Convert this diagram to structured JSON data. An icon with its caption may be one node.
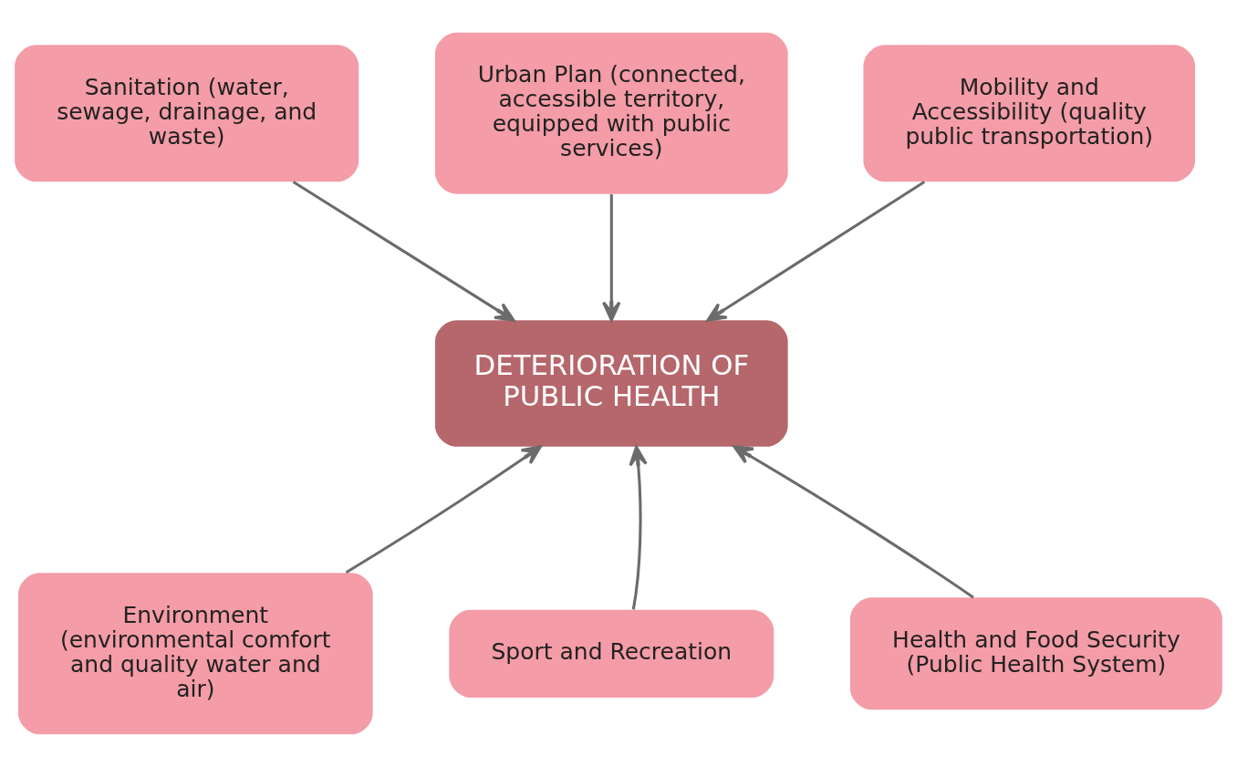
{
  "diagram": {
    "nodes": [
      {
        "text": [
          "Sanitation (water, sewage, drainage, and waste)"
        ]
      },
      {
        "text": [
          "Urban Plan (connected, accessible territory, equipped with public services)"
        ]
      },
      {
        "text": [
          "Mobility and Accessibility (quality public transportation)"
        ]
      },
      {
        "text": [
          "DETERIORATION OF PUBLIC HEALTH"
        ]
      },
      {
        "text": [
          "Environment (environmental comfort and quality water and air)"
        ]
      },
      {
        "text": [
          "Sport and Recreation"
        ]
      },
      {
        "text": [
          "Health and Food Security (Public Health System)"
        ]
      }
    ],
    "edges": [
      {
        "from": 0,
        "to": 3,
        "arrow": "to"
      },
      {
        "from": 1,
        "to": 3,
        "arrow": "to"
      },
      {
        "from": 2,
        "to": 3,
        "arrow": "to"
      },
      {
        "from": 4,
        "to": 3,
        "arrow": "to"
      },
      {
        "from": 5,
        "to": 3,
        "arrow": "to"
      },
      {
        "from": 6,
        "to": 3,
        "arrow": "to"
      }
    ]
  }
}
